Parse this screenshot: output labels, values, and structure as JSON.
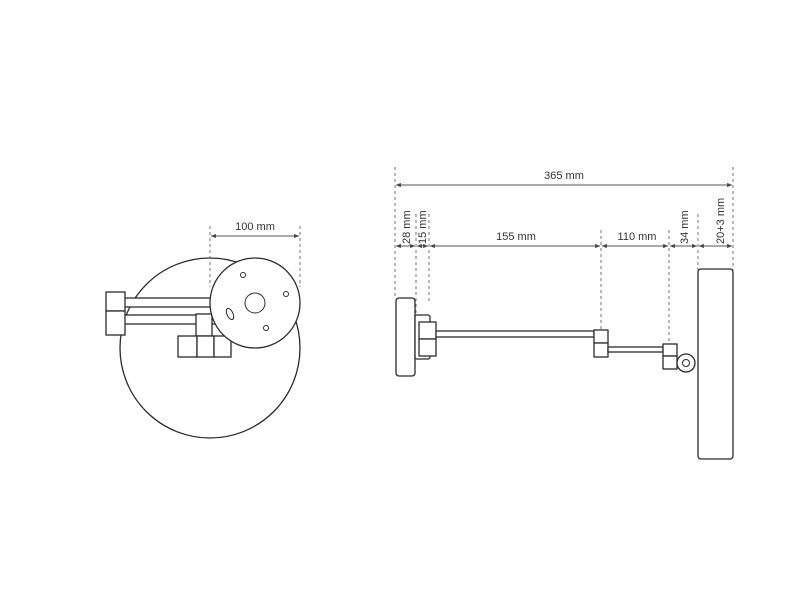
{
  "front_view": {
    "width_label": "100 mm"
  },
  "side_view": {
    "total_length_label": "365 mm",
    "base_depth_label": "28 mm",
    "collar_label": "15 mm",
    "first_arm_label": "155 mm",
    "second_arm_label": "110 mm",
    "joint_label": "34 mm",
    "mirror_depth_label": "20+3 mm"
  }
}
